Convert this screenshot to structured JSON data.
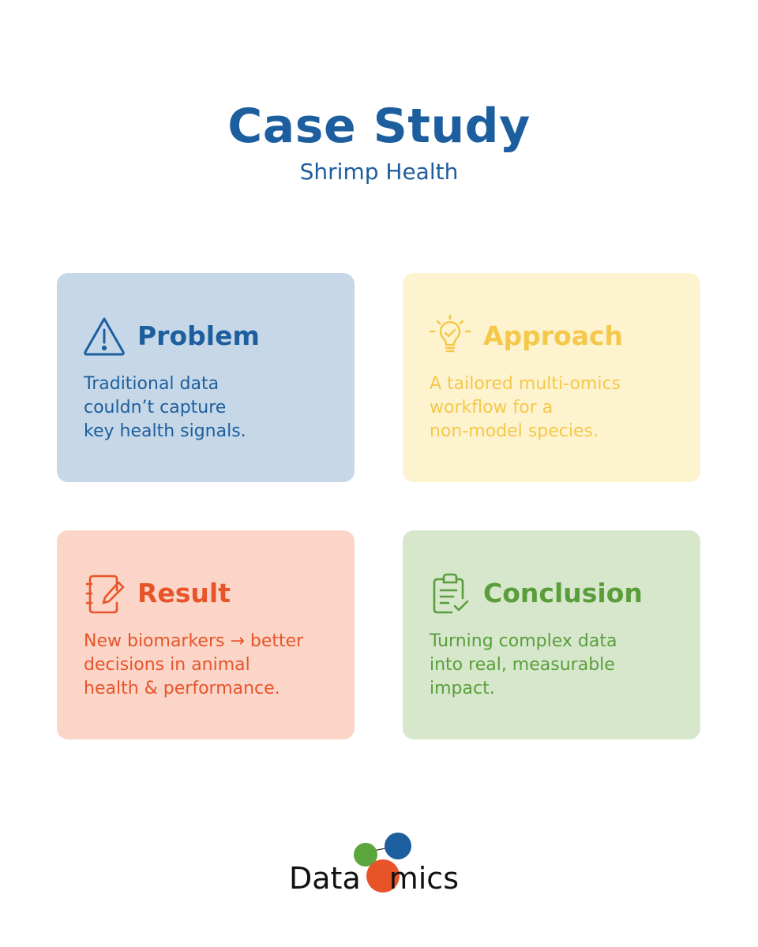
{
  "header": {
    "title": "Case Study",
    "subtitle": "Shrimp Health"
  },
  "cards": [
    {
      "id": "problem",
      "title": "Problem",
      "body": "Traditional data\ncouldn’t capture\nkey health signals.",
      "icon": "warning-triangle-icon",
      "background": "#c6d8e8",
      "color": "#1d5e9e"
    },
    {
      "id": "approach",
      "title": "Approach",
      "body": "A tailored multi-omics\nworkflow for a\nnon-model species.",
      "icon": "lightbulb-check-icon",
      "background": "#fdf3cf",
      "color": "#f5c84a"
    },
    {
      "id": "result",
      "title": "Result",
      "body": "New biomarkers → better\ndecisions in animal\nhealth & performance.",
      "icon": "notebook-pen-icon",
      "background": "#fad5c8",
      "color": "#e8542a"
    },
    {
      "id": "conclusion",
      "title": "Conclusion",
      "body": "Turning complex data\ninto real, measurable\nimpact.",
      "icon": "clipboard-check-icon",
      "background": "#d6e7cc",
      "color": "#5a9e3c"
    }
  ],
  "logo": {
    "text_left": "Data",
    "text_right": "mics",
    "dot_colors": {
      "green": "#5aa63c",
      "blue": "#1d5e9e",
      "orange": "#e8542a"
    }
  }
}
